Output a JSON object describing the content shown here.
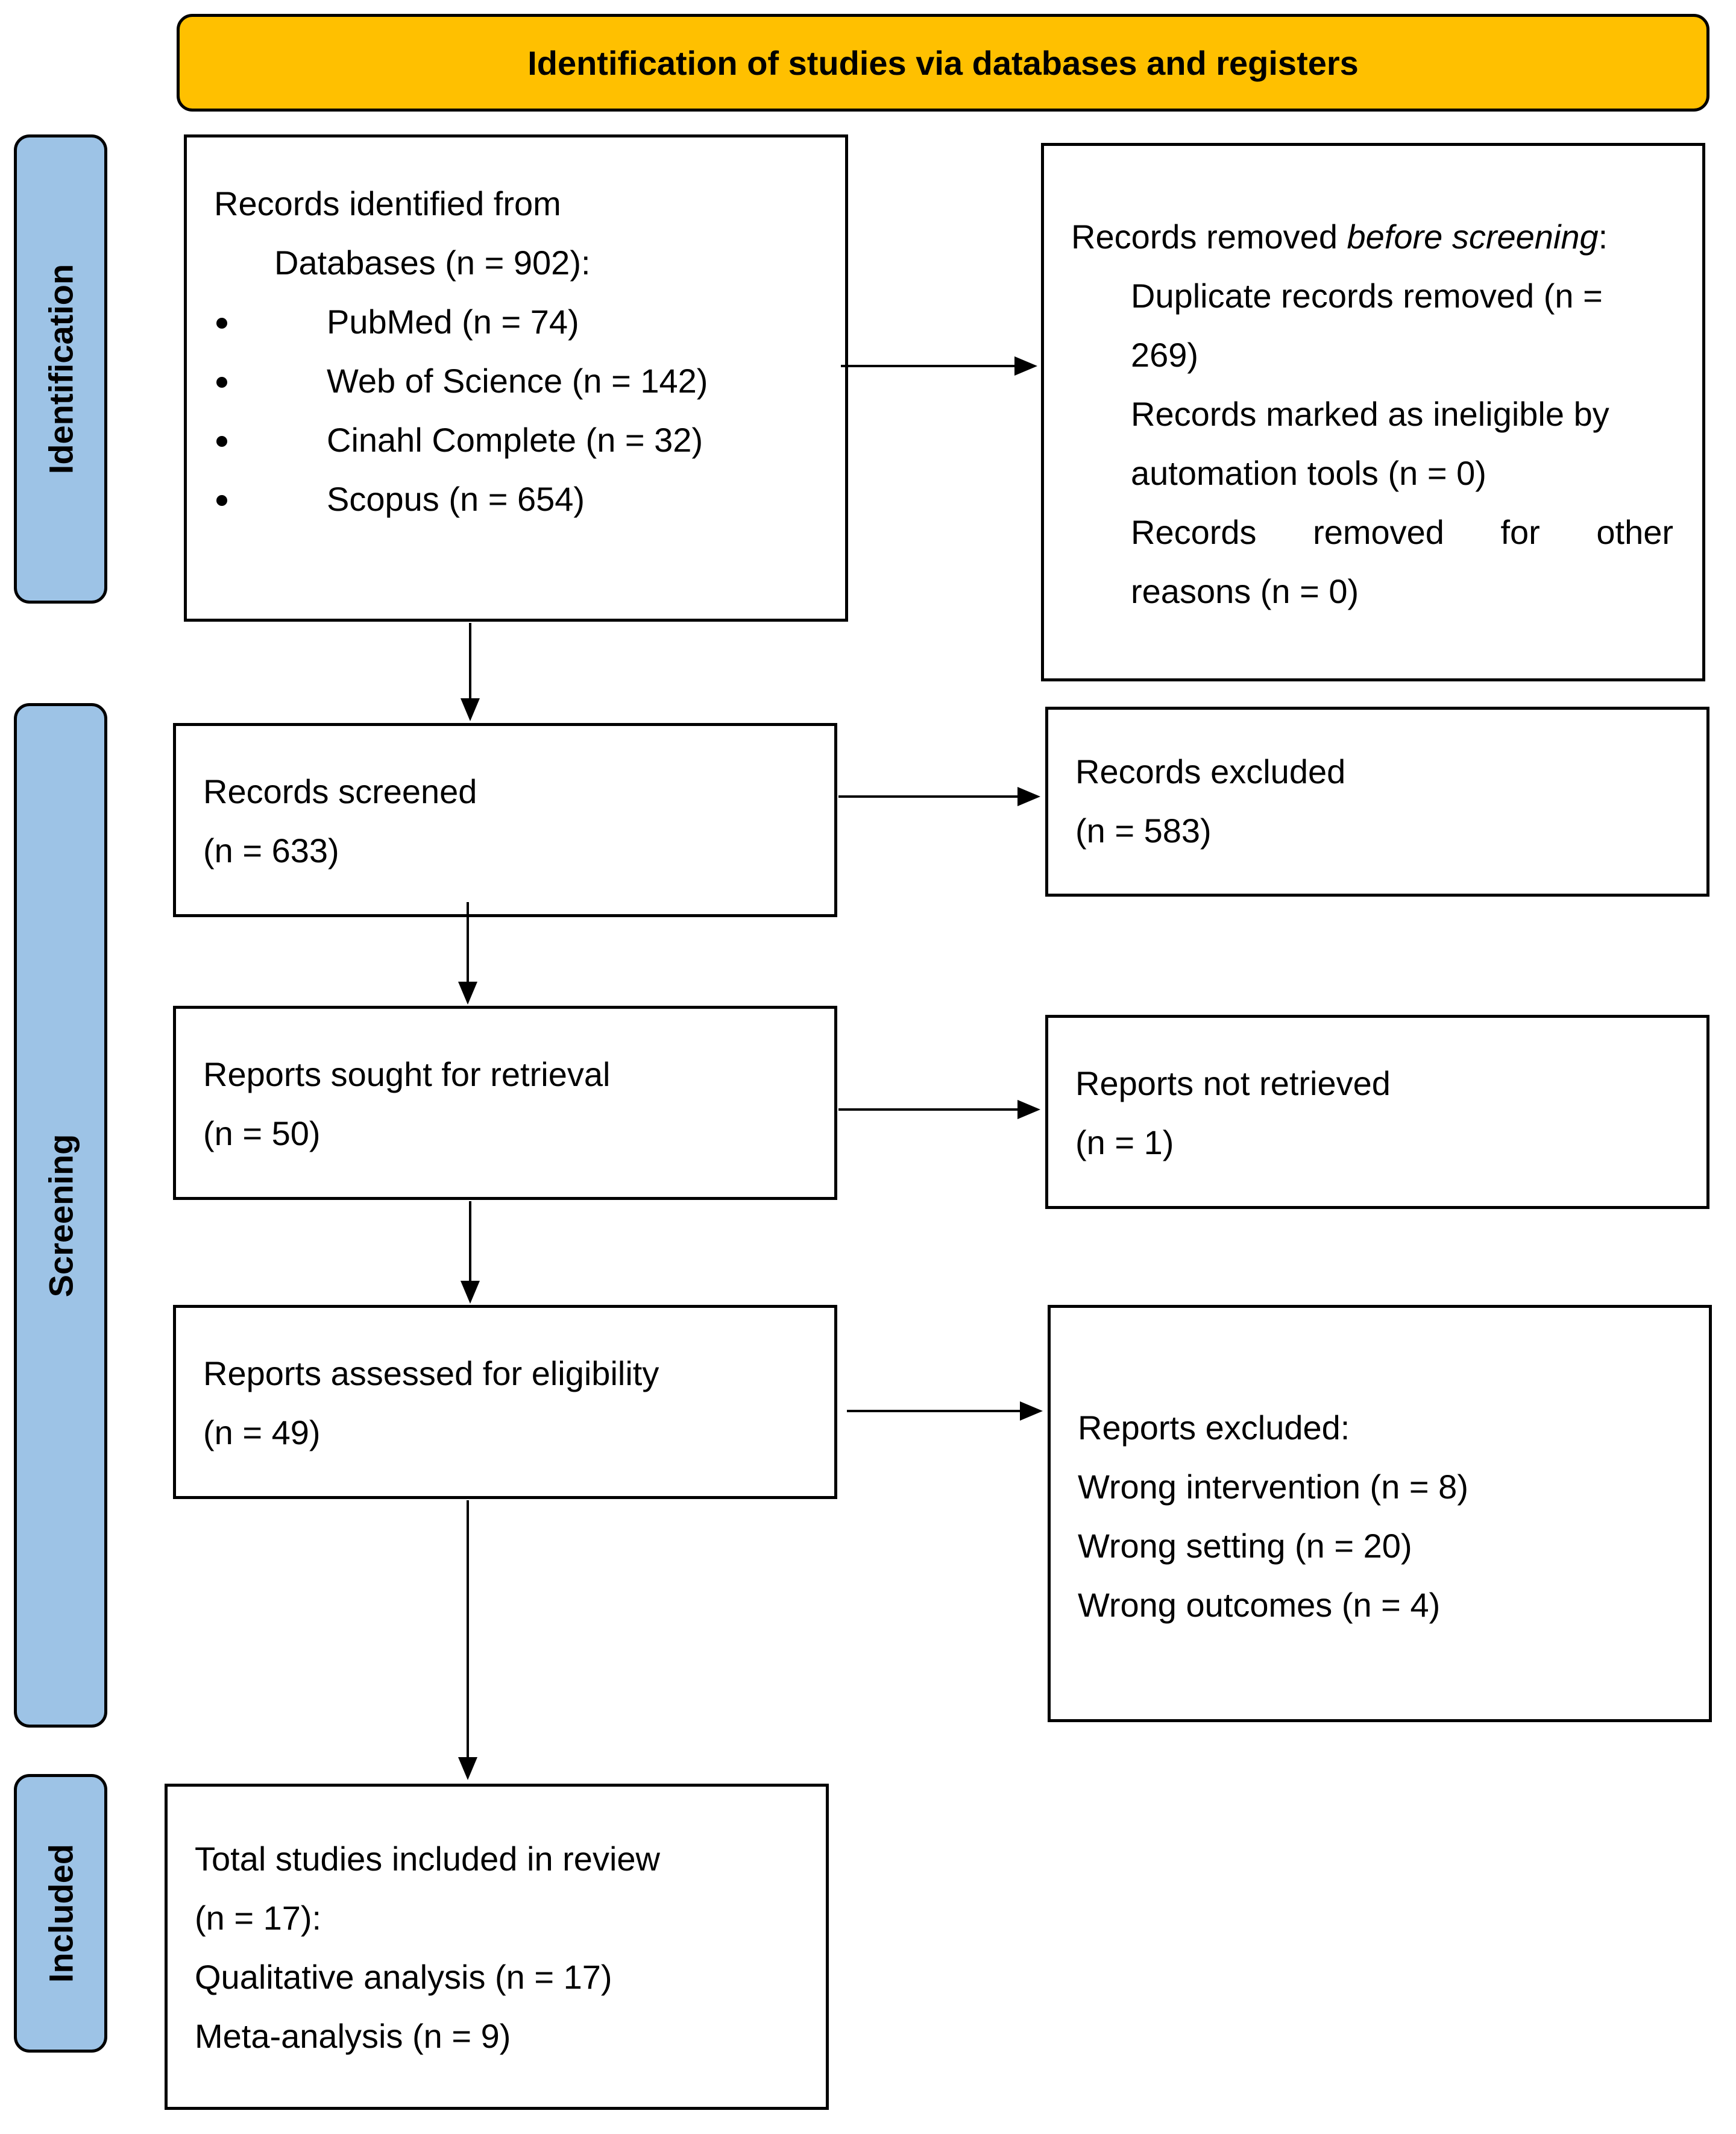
{
  "header": {
    "title": "Identification of studies via databases and registers"
  },
  "phases": {
    "identification": "Identification",
    "screening": "Screening",
    "included": "Included"
  },
  "identified": {
    "line1": "Records identified from",
    "line2": "Databases (n = 902):",
    "databases": [
      "PubMed (n = 74)",
      "Web of Science (n = 142)",
      "Cinahl Complete (n = 32)",
      "Scopus (n = 654)"
    ]
  },
  "removed": {
    "title_pre": "Records removed ",
    "title_em": "before screening",
    "title_post": ":",
    "duplicates_line1": "Duplicate records removed (n =",
    "duplicates_line2": "269)",
    "ineligible_line1": "Records marked as ineligible by",
    "ineligible_line2": "automation tools (n = 0)",
    "other_line1": "Records removed for other",
    "other_line2": "reasons (n = 0)"
  },
  "screened": {
    "label": "Records screened",
    "count": "(n = 633)"
  },
  "excluded": {
    "label": "Records excluded",
    "count": "(n = 583)"
  },
  "sought": {
    "label": "Reports sought for retrieval",
    "count": "(n = 50)"
  },
  "not_retrieved": {
    "label": "Reports not retrieved",
    "count": "(n = 1)"
  },
  "assessed": {
    "label": "Reports assessed for eligibility",
    "count": "(n = 49)"
  },
  "reports_excluded": {
    "title": "Reports excluded:",
    "reasons": [
      "Wrong intervention (n = 8)",
      "Wrong setting (n = 20)",
      "Wrong outcomes (n = 4)"
    ]
  },
  "included": {
    "line1": "Total studies included in review",
    "line2": "(n = 17):",
    "qualitative": "Qualitative analysis (n = 17)",
    "meta": "Meta-analysis (n = 9)"
  }
}
